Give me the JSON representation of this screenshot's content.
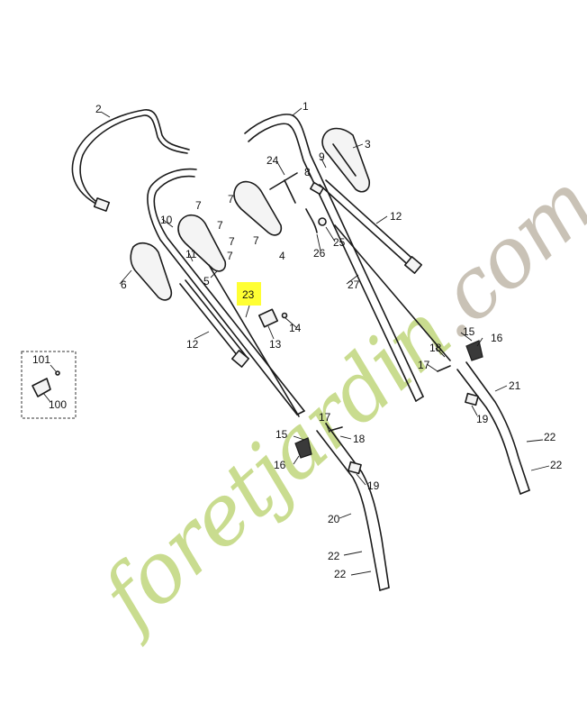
{
  "watermark": {
    "text_part1": "foretjardin",
    "text_part2": ".com",
    "color_green": "#c9dc8f",
    "color_orange": "#f5c78f",
    "color_grey": "#c9c2b6"
  },
  "highlight": {
    "color": "#ffff33",
    "part": "23"
  },
  "callouts": [
    {
      "id": "c1",
      "label": "1"
    },
    {
      "id": "c2",
      "label": "2"
    },
    {
      "id": "c3",
      "label": "3"
    },
    {
      "id": "c4",
      "label": "4"
    },
    {
      "id": "c5",
      "label": "5"
    },
    {
      "id": "c6",
      "label": "6"
    },
    {
      "id": "c7a",
      "label": "7"
    },
    {
      "id": "c7b",
      "label": "7"
    },
    {
      "id": "c7c",
      "label": "7"
    },
    {
      "id": "c7d",
      "label": "7"
    },
    {
      "id": "c7e",
      "label": "7"
    },
    {
      "id": "c7f",
      "label": "7"
    },
    {
      "id": "c8",
      "label": "8"
    },
    {
      "id": "c9",
      "label": "9"
    },
    {
      "id": "c10",
      "label": "10"
    },
    {
      "id": "c11",
      "label": "11"
    },
    {
      "id": "c12a",
      "label": "12"
    },
    {
      "id": "c12b",
      "label": "12"
    },
    {
      "id": "c13",
      "label": "13"
    },
    {
      "id": "c14",
      "label": "14"
    },
    {
      "id": "c15a",
      "label": "15"
    },
    {
      "id": "c15b",
      "label": "15"
    },
    {
      "id": "c16a",
      "label": "16"
    },
    {
      "id": "c16b",
      "label": "16"
    },
    {
      "id": "c17a",
      "label": "17"
    },
    {
      "id": "c17b",
      "label": "17"
    },
    {
      "id": "c18a",
      "label": "18"
    },
    {
      "id": "c18b",
      "label": "18"
    },
    {
      "id": "c19a",
      "label": "19"
    },
    {
      "id": "c19b",
      "label": "19"
    },
    {
      "id": "c20",
      "label": "20"
    },
    {
      "id": "c21",
      "label": "21"
    },
    {
      "id": "c22a",
      "label": "22"
    },
    {
      "id": "c22b",
      "label": "22"
    },
    {
      "id": "c22c",
      "label": "22"
    },
    {
      "id": "c22d",
      "label": "22"
    },
    {
      "id": "c23",
      "label": "23"
    },
    {
      "id": "c24",
      "label": "24"
    },
    {
      "id": "c25",
      "label": "25"
    },
    {
      "id": "c26",
      "label": "26"
    },
    {
      "id": "c27",
      "label": "27"
    },
    {
      "id": "c100",
      "label": "100"
    },
    {
      "id": "c101",
      "label": "101"
    }
  ]
}
